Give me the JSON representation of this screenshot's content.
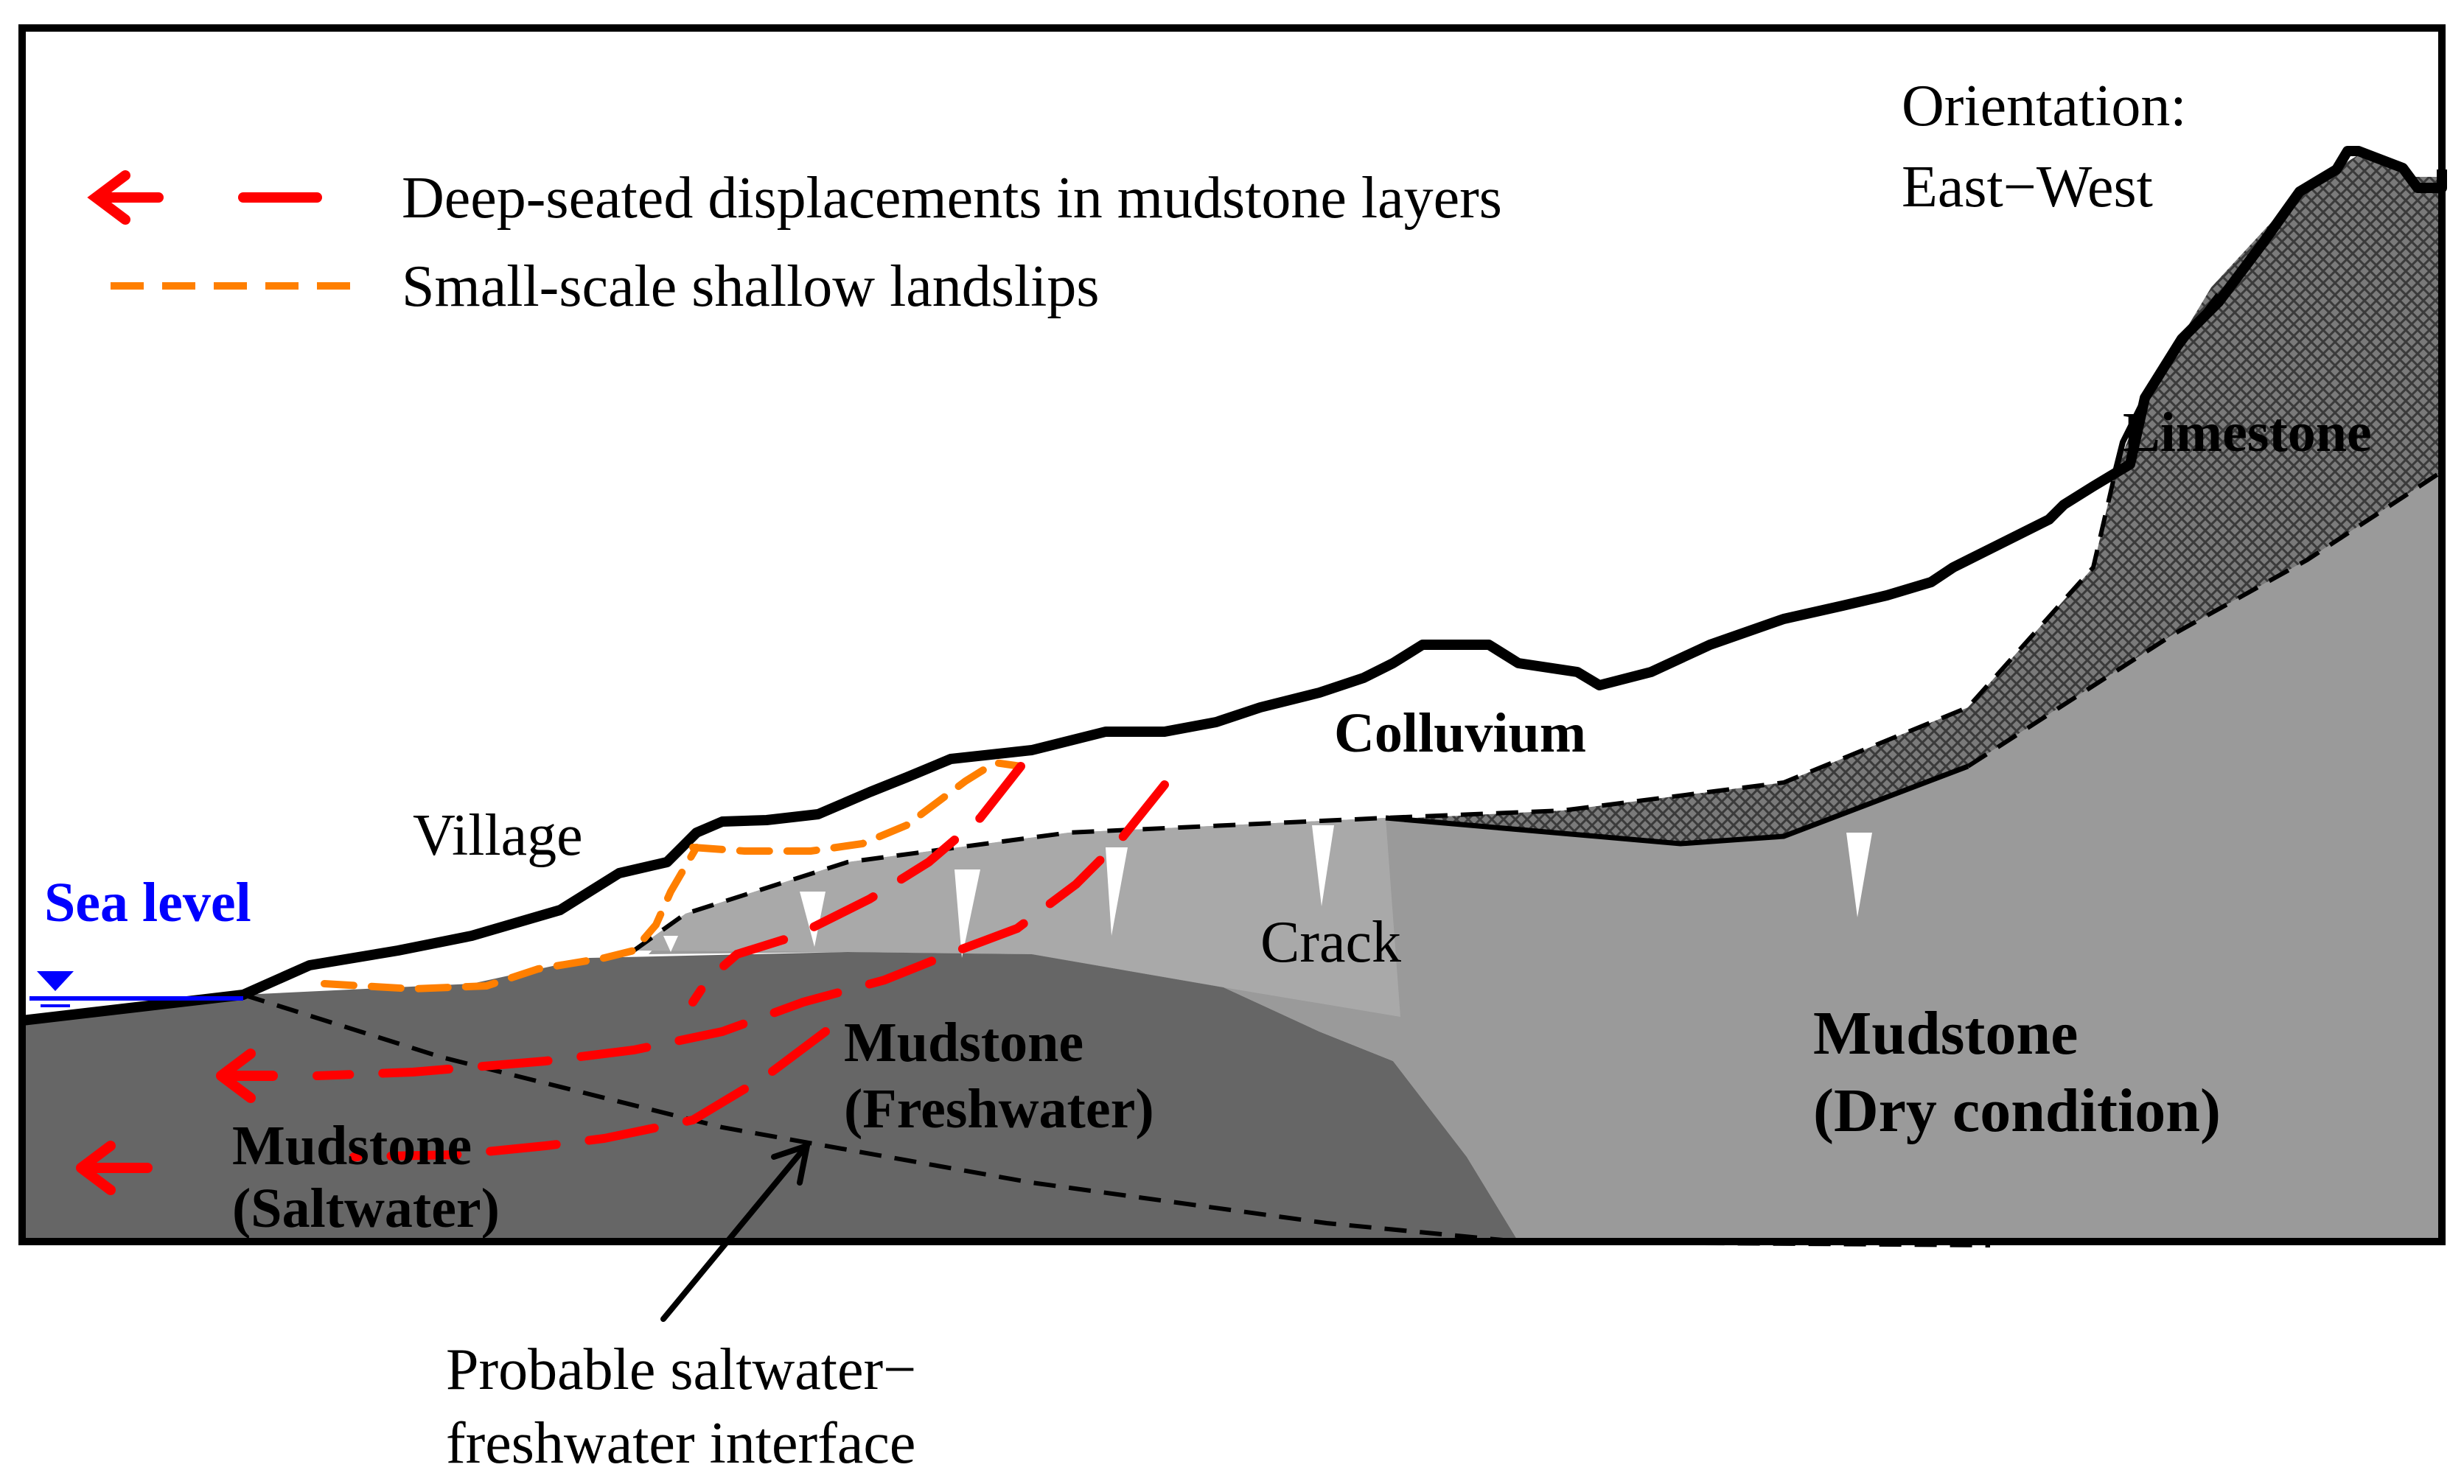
{
  "legend": {
    "deep_seated": "Deep-seated displacements in mudstone layers",
    "shallow": "Small-scale shallow landslips"
  },
  "labels": {
    "orientation_line1": "Orientation:",
    "orientation_line2": "East−West",
    "limestone": "Limestone",
    "colluvium": "Colluvium",
    "village": "Village",
    "sea_level": "Sea level",
    "crack": "Crack",
    "mudstone_dry_line1": "Mudstone",
    "mudstone_dry_line2": "(Dry condition)",
    "mudstone_fresh_line1": "Mudstone",
    "mudstone_fresh_line2": "(Freshwater)",
    "mudstone_salt_line1": "Mudstone",
    "mudstone_salt_line2": "(Saltwater)",
    "interface_line1": "Probable saltwater−",
    "interface_line2": "freshwater interface"
  },
  "colors": {
    "deep_seated": "#ff0000",
    "shallow": "#ff7f00",
    "sea_level": "#0000ff",
    "mudstone_dry": "#9a9a9a",
    "mudstone_wet": "#666666",
    "mudstone_upper": "#a6a6a6",
    "limestone": "#707070",
    "frame": "#000000"
  }
}
